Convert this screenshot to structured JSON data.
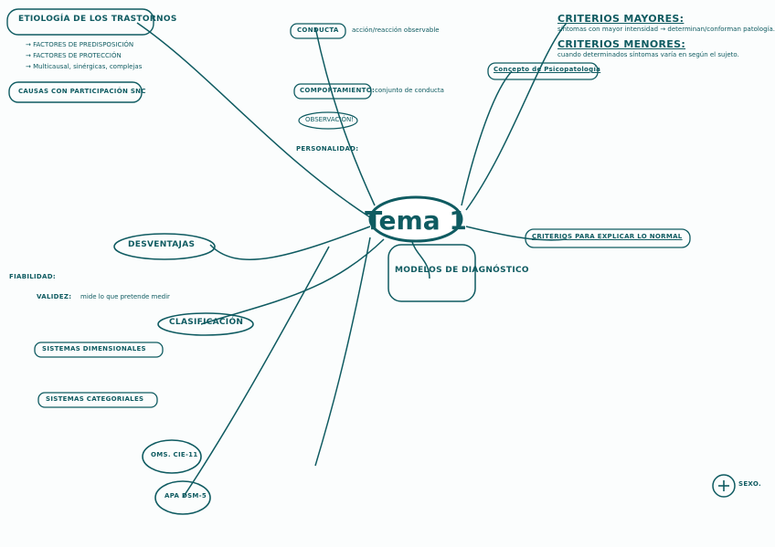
{
  "center": "Tema 1",
  "labels": {
    "etiologia": "ETIOLOGÍA DE LOS TRASTORNOS",
    "causas": "CAUSAS CON PARTICIPACIÓN SNC",
    "predisp": "→ FACTORES DE PREDISPOSICIÓN",
    "proteccion": "→ FACTORES DE PROTECCIÓN",
    "multicausal": "→ Multicausal, sinérgicas, complejas",
    "conducta": "CONDUCTA",
    "conducta_def": "acción/reacción observable",
    "comportamiento": "COMPORTAMIENTO:",
    "comportamiento_def": "conjunto de conducta",
    "observacion": "OBSERVACIÓN!",
    "personalidad": "PERSONALIDAD:",
    "criterios_mayores": "CRITERIOS MAYORES:",
    "criterios_mayores_def": "síntomas con mayor intensidad → determinan/conforman patología.",
    "criterios_menores": "CRITERIOS MENORES:",
    "criterios_menores_def": "cuando determinados síntomas varía en según el sujeto.",
    "concepto": "Concepto de Psicopatología",
    "criterios_normal": "CRITERIOS PARA EXPLICAR LO NORMAL",
    "desventajas": "DESVENTAJAS",
    "fiabilidad": "FIABILIDAD:",
    "validez": "VALIDEZ:",
    "validez_def": "mide lo que pretende medir",
    "clasificacion": "CLASIFICACIÓN",
    "dimensionales": "SISTEMAS DIMENSIONALES",
    "categoriales": "SISTEMAS CATEGORIALES",
    "modelos": "MODELOS DE DIAGNÓSTICO",
    "oms": "OMS. CIE-11",
    "apa": "APA DSM-5",
    "sexo": "SEXO."
  }
}
